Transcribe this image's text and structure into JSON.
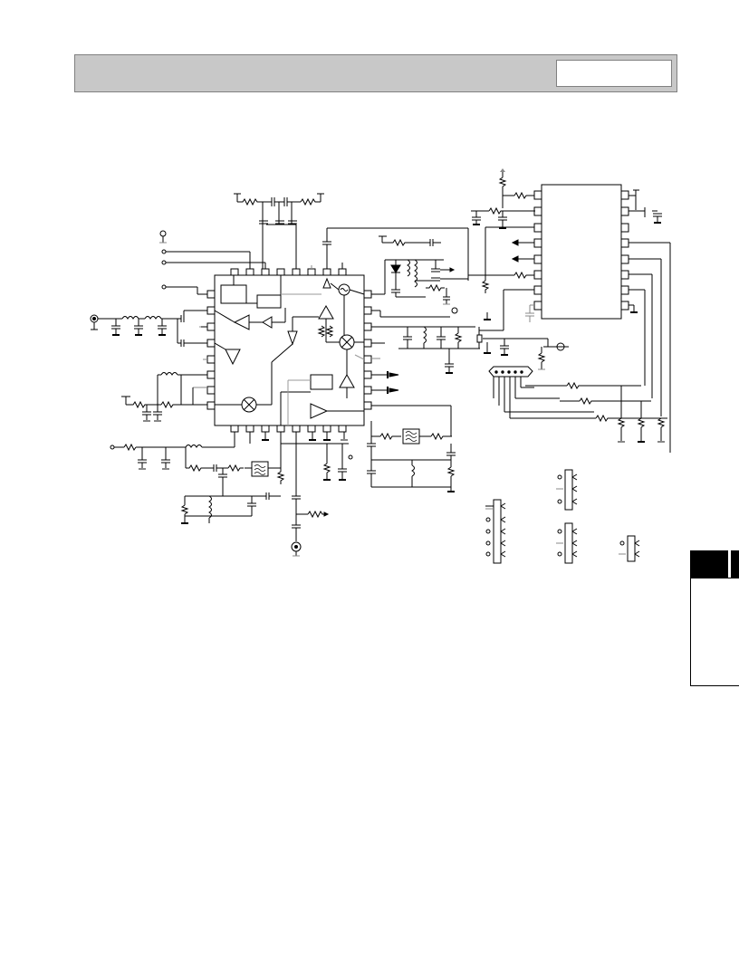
{
  "header": {
    "title": "",
    "doc_box_text": ""
  },
  "side_tab": {
    "label": ""
  },
  "colors": {
    "header_fill": "#c8c8c8",
    "wire": "#000000",
    "gray_wire": "#888888",
    "tab_fill": "#000000"
  },
  "icons": [
    "ground-symbol",
    "resistor",
    "capacitor",
    "inductor",
    "mixer",
    "amplifier",
    "filter",
    "oscillator",
    "connector",
    "diode"
  ]
}
